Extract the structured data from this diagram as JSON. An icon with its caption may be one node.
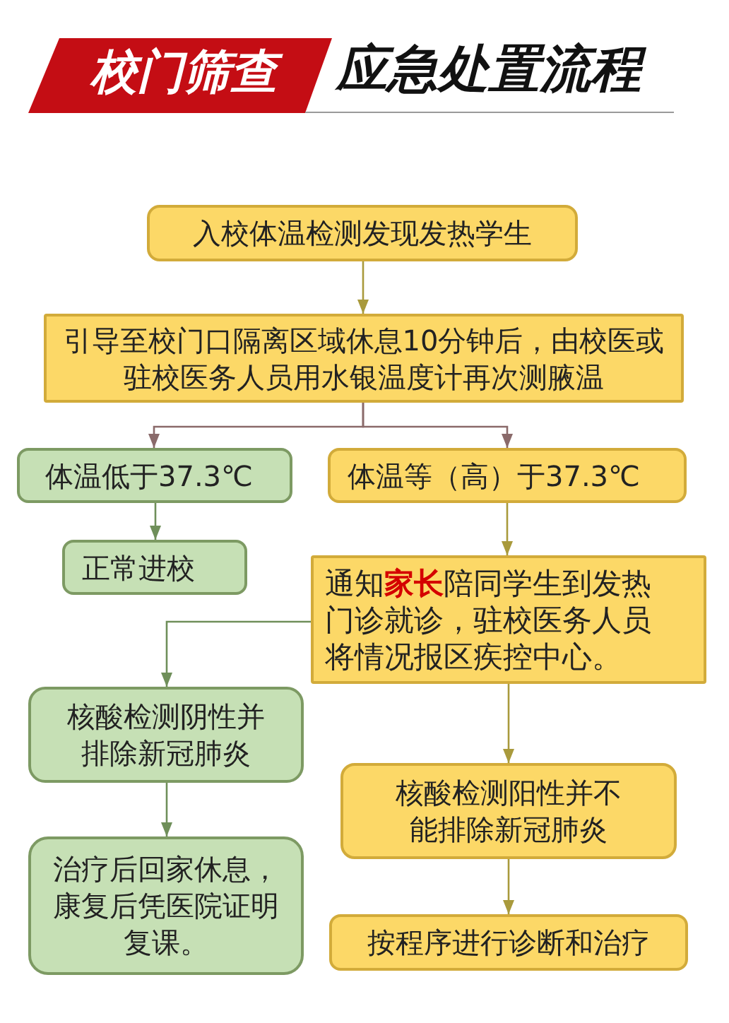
{
  "diagram": {
    "title": "应急处置流程",
    "nodes": [
      {
        "text": [
          "入校体温检测发现发热学生"
        ]
      },
      {
        "text": [
          "引导至校门口隔离区域休息10分钟后，由校医或驻校医务人员用水银温度计再次测腋温"
        ]
      },
      {
        "text": [
          "体温低于37.3℃"
        ]
      },
      {
        "text": [
          "体温等（高）于37.3℃"
        ]
      },
      {
        "text": [
          "正常进校"
        ]
      },
      {
        "text": [
          "通知**家长**陪同学生到发热门诊就诊，驻校医务人员将情况报区疾控中心。"
        ]
      },
      {
        "text": [
          "核酸检测阴性并排除新冠肺炎"
        ]
      },
      {
        "text": [
          "核酸检测阳性并不能排除新冠肺炎"
        ]
      },
      {
        "text": [
          "治疗后回家休息，康复后凭医院证明复课。"
        ]
      },
      {
        "text": [
          "按程序进行诊断和治疗"
        ]
      }
    ],
    "edges": [
      {
        "from": 0,
        "to": 1,
        "arrow": "to"
      },
      {
        "from": 1,
        "to": 2,
        "arrow": "to",
        "color": "#8a6a6a"
      },
      {
        "from": 1,
        "to": 3,
        "arrow": "to",
        "color": "#8a6a6a"
      },
      {
        "from": 2,
        "to": 4,
        "arrow": "to",
        "color": "#6f8f5a"
      },
      {
        "from": 3,
        "to": 5,
        "arrow": "to"
      },
      {
        "from": 5,
        "to": 6,
        "arrow": "to",
        "color": "#6f8f5a"
      },
      {
        "from": 5,
        "to": 7,
        "arrow": "to"
      },
      {
        "from": 6,
        "to": 8,
        "arrow": "to",
        "color": "#6f8f5a"
      },
      {
        "from": 7,
        "to": 9,
        "arrow": "to"
      }
    ],
    "labels": [
      "校门筛查"
    ]
  }
}
